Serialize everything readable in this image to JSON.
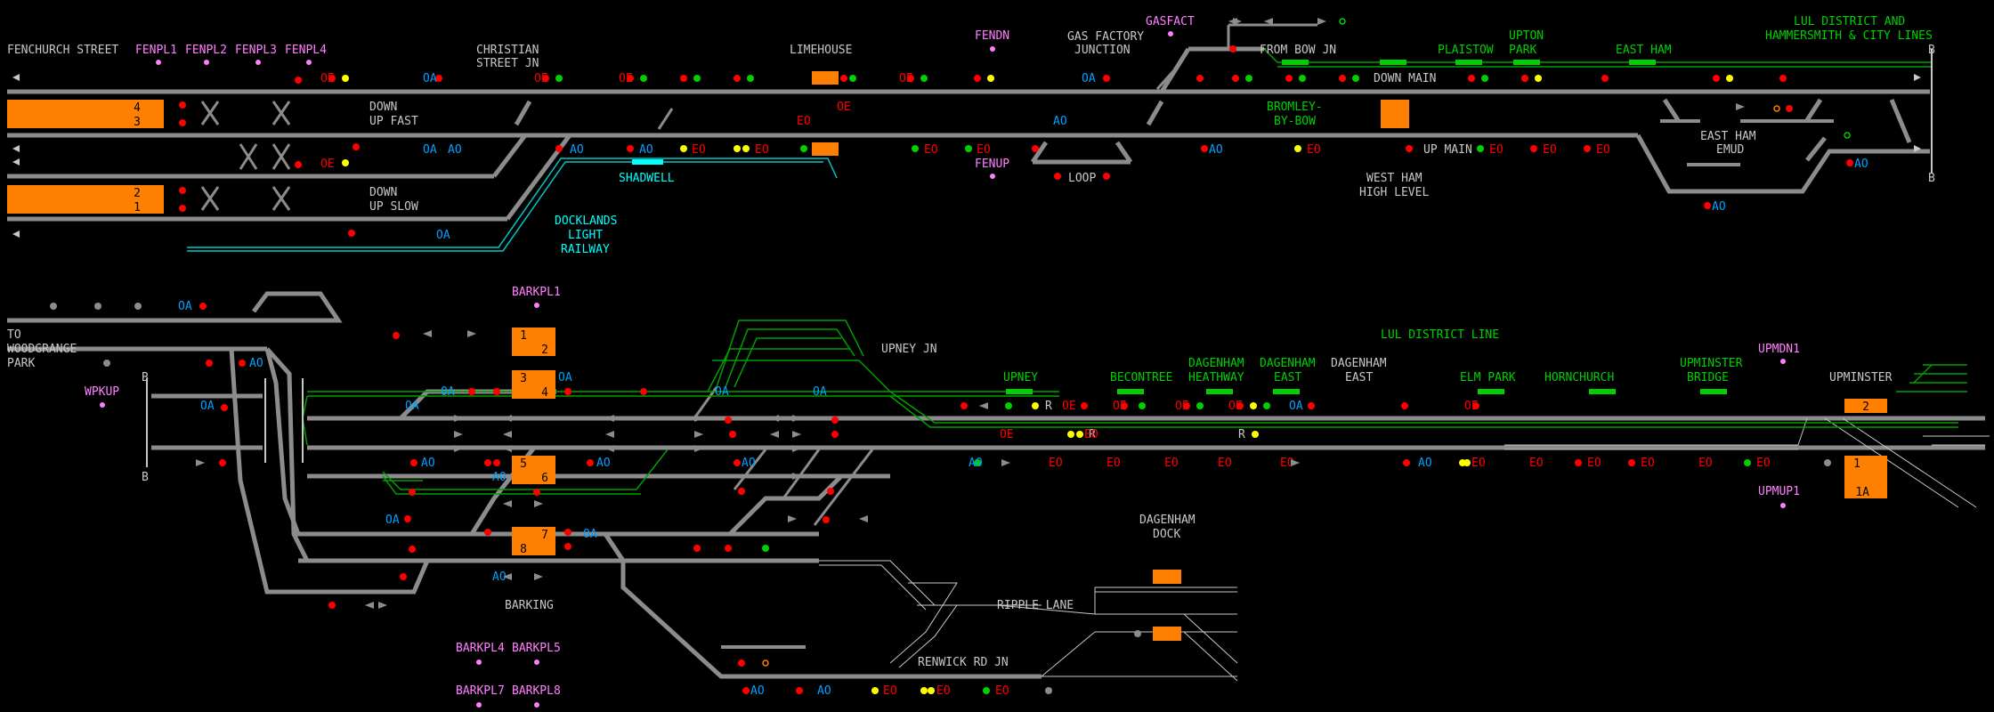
{
  "window": {
    "background": "#000000"
  },
  "colors": {
    "track": "#8c8c8c",
    "track_occupied": "#ff8000",
    "lul_track": "#00a000",
    "dlr_track": "#00c8c8",
    "text_white": "#c8c8c8",
    "text_pink": "#ff80ff",
    "text_green": "#00d000",
    "text_cyan": "#00ffff",
    "signal_red": "#ff0000",
    "signal_green": "#00d000",
    "signal_yellow": "#ffff00",
    "signal_blue": "#00a0ff",
    "berth_text": "#000000"
  },
  "labels": {
    "fenchurch_street": "FENCHURCH STREET",
    "christian_street_jn_1": "CHRISTIAN",
    "christian_street_jn_2": "STREET JN",
    "limehouse": "LIMEHOUSE",
    "gas_factory_1": "GAS FACTORY",
    "gas_factory_2": "JUNCTION",
    "from_bow_jn": "FROM BOW JN",
    "down_main": "DOWN MAIN",
    "plaistow": "PLAISTOW",
    "upton_park_1": "UPTON",
    "upton_park_2": "PARK",
    "east_ham_lul": "EAST HAM",
    "lul_district_ham_1": "LUL DISTRICT AND",
    "lul_district_ham_2": "HAMMERSMITH & CITY LINES",
    "down_fast": "DOWN",
    "up_fast": "UP FAST",
    "down_slow": "DOWN",
    "up_slow": "UP SLOW",
    "bromley_by_bow_1": "BROMLEY-",
    "bromley_by_bow_2": "BY-BOW",
    "east_ham": "EAST HAM",
    "emud": "EMUD",
    "shadwell": "SHADWELL",
    "loop": "LOOP",
    "up_main": "UP MAIN",
    "west_ham_1": "WEST HAM",
    "west_ham_2": "HIGH LEVEL",
    "dlr_1": "DOCKLANDS",
    "dlr_2": "LIGHT",
    "dlr_3": "RAILWAY",
    "to_woodgrange_1": "TO",
    "to_woodgrange_2": "WOODGRANGE",
    "to_woodgrange_3": "PARK",
    "upney_jn": "UPNEY JN",
    "lul_district_line": "LUL DISTRICT LINE",
    "upney": "UPNEY",
    "becontree": "BECONTREE",
    "dagenham_heathway_1": "DAGENHAM",
    "dagenham_heathway_2": "HEATHWAY",
    "dagenham_east_lul_1": "DAGENHAM",
    "dagenham_east_lul_2": "EAST",
    "dagenham_east_1": "DAGENHAM",
    "dagenham_east_2": "EAST",
    "elm_park": "ELM PARK",
    "hornchurch": "HORNCHURCH",
    "upminster_bridge_1": "UPMINSTER",
    "upminster_bridge_2": "BRIDGE",
    "upminster": "UPMINSTER",
    "barking": "BARKING",
    "dagenham_dock_1": "DAGENHAM",
    "dagenham_dock_2": "DOCK",
    "ripple_lane": "RIPPLE LANE",
    "renwick_rd_jn": "RENWICK RD JN",
    "gasfact_top": "GASFACT"
  },
  "platforms": {
    "fenpl1": "FENPL1",
    "fenpl2": "FENPL2",
    "fenpl3": "FENPL3",
    "fenpl4": "FENPL4",
    "fendn": "FENDN",
    "gasfact": "GASFACT",
    "fenup": "FENUP",
    "barkpl1": "BARKPL1",
    "wpkup": "WPKUP",
    "upmdn1": "UPMDN1",
    "upmup1": "UPMUP1",
    "barkpl4": "BARKPL4",
    "barkpl5": "BARKPL5",
    "barkpl7": "BARKPL7",
    "barkpl8": "BARKPL8"
  },
  "berths": {
    "fen_4": "4",
    "fen_3": "3",
    "fen_2": "2",
    "fen_1": "1",
    "bark_1": "1",
    "bark_2": "2",
    "bark_3": "3",
    "bark_4": "4",
    "bark_5": "5",
    "bark_6": "6",
    "bark_7": "7",
    "bark_8": "8",
    "upm_2": "2",
    "upm_1": "1",
    "upm_1a": "1A"
  },
  "markers": {
    "b": "B",
    "r": "R",
    "ao": "AO",
    "eo": "EO",
    "oe": "OE",
    "oa": "OA"
  }
}
